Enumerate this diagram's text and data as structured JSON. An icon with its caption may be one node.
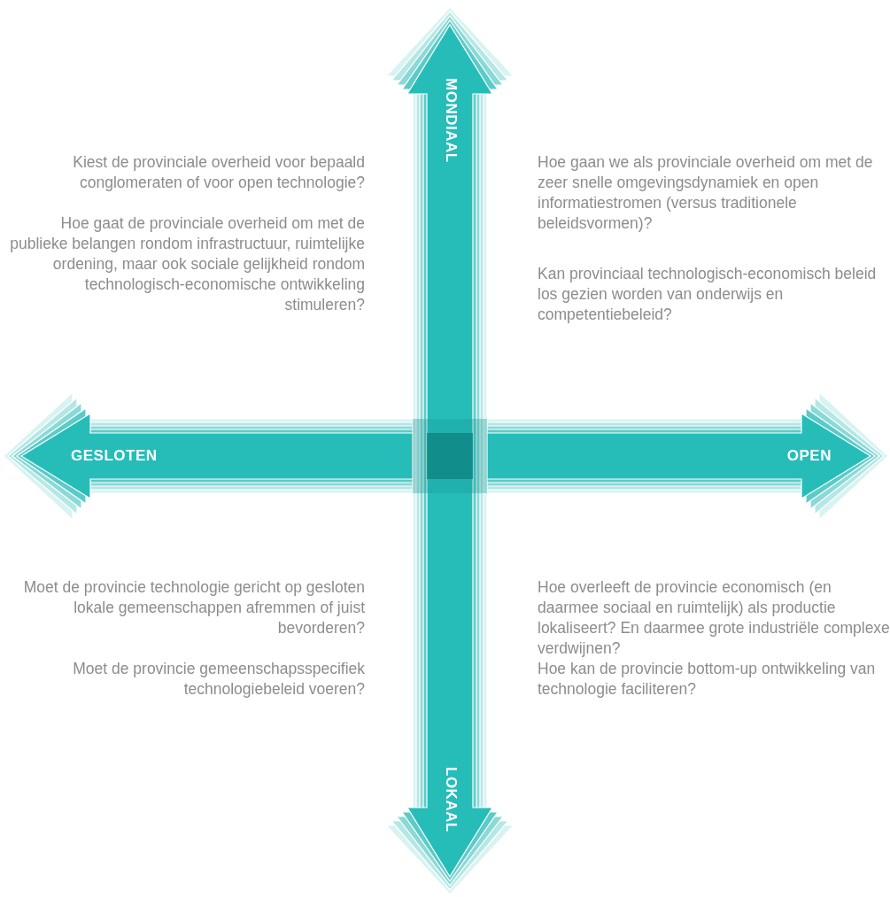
{
  "diagram": {
    "labels": [
      "MONDIAAL",
      "Kiest de provinciale overheid voor bepaald conglomeraten of voor open technologie?",
      "Hoe gaat de provinciale overheid om met de publieke belangen rondom infrastructuur, ruimtelijke ordening, maar ook sociale gelijkheid rondom technologisch-economische ontwikkeling stimuleren?",
      "Hoe gaan we als provinciale overheid om met de zeer snelle omgevingsdynamiek en open informatiestromen (versus traditionele beleidsvormen)?",
      "Kan provinciaal technologisch-economisch beleid los gezien worden van onderwijs en competentiebeleid?",
      "GESLOTEN",
      "OPEN",
      "Moet de provincie technologie gericht op gesloten lokale gemeenschappen afremmen of juist bevorderen?",
      "Moet de provincie gemeenschapsspecifiek technologiebeleid voeren?",
      "Hoe overleeft de provincie economisch (en daarmee sociaal en ruimtelijk) als productie lokaliseert? En daarmee grote industriële complexe verdwijnen?",
      "Hoe kan de provincie bottom-up ontwikkeling van technologie faciliteren?",
      "LOKAAL"
    ]
  }
}
